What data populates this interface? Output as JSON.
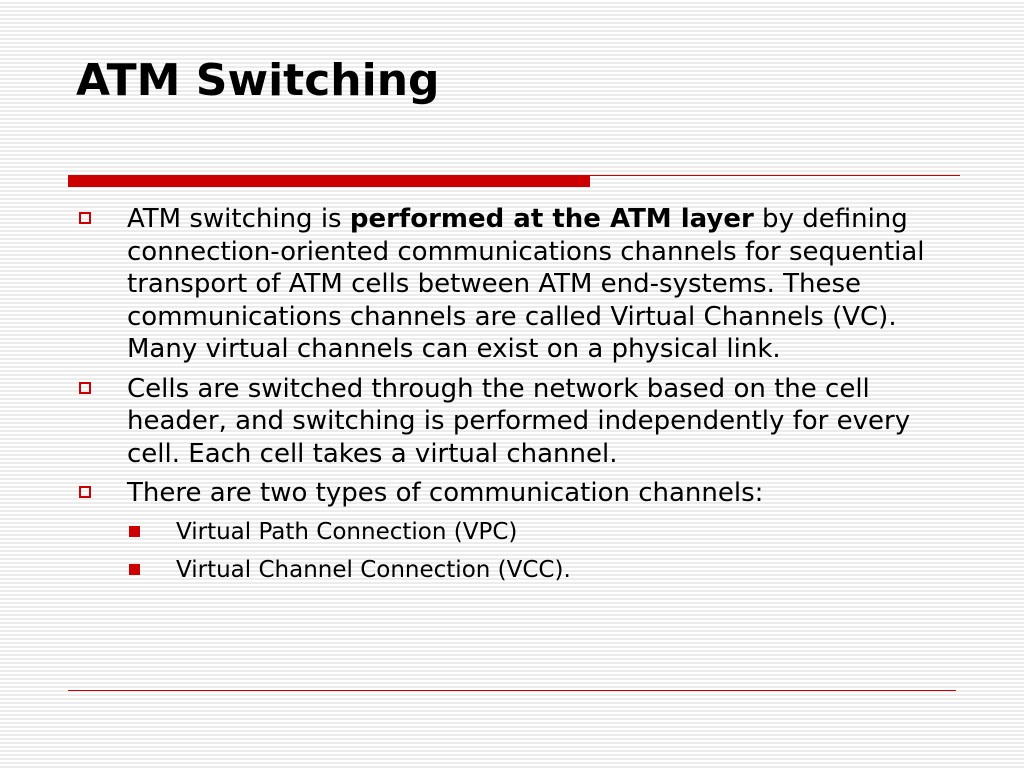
{
  "slide": {
    "title": "ATM Switching",
    "accent_color": "#cc0000",
    "bullets": [
      {
        "text_before": "ATM switching is ",
        "text_bold": "performed at the ATM layer",
        "text_after": " by defining connection-oriented communications channels for sequential transport of ATM cells between ATM end-systems. These communications channels are called Virtual Channels (VC). Many virtual channels can exist on a physical link."
      },
      {
        "text": "Cells are switched through the network based on the cell header, and switching is performed independently for every cell. Each cell takes a virtual channel."
      },
      {
        "text": "There are two types of communication channels:",
        "sub_bullets": [
          "Virtual Path Connection (VPC)",
          "Virtual Channel Connection (VCC)."
        ]
      }
    ]
  }
}
